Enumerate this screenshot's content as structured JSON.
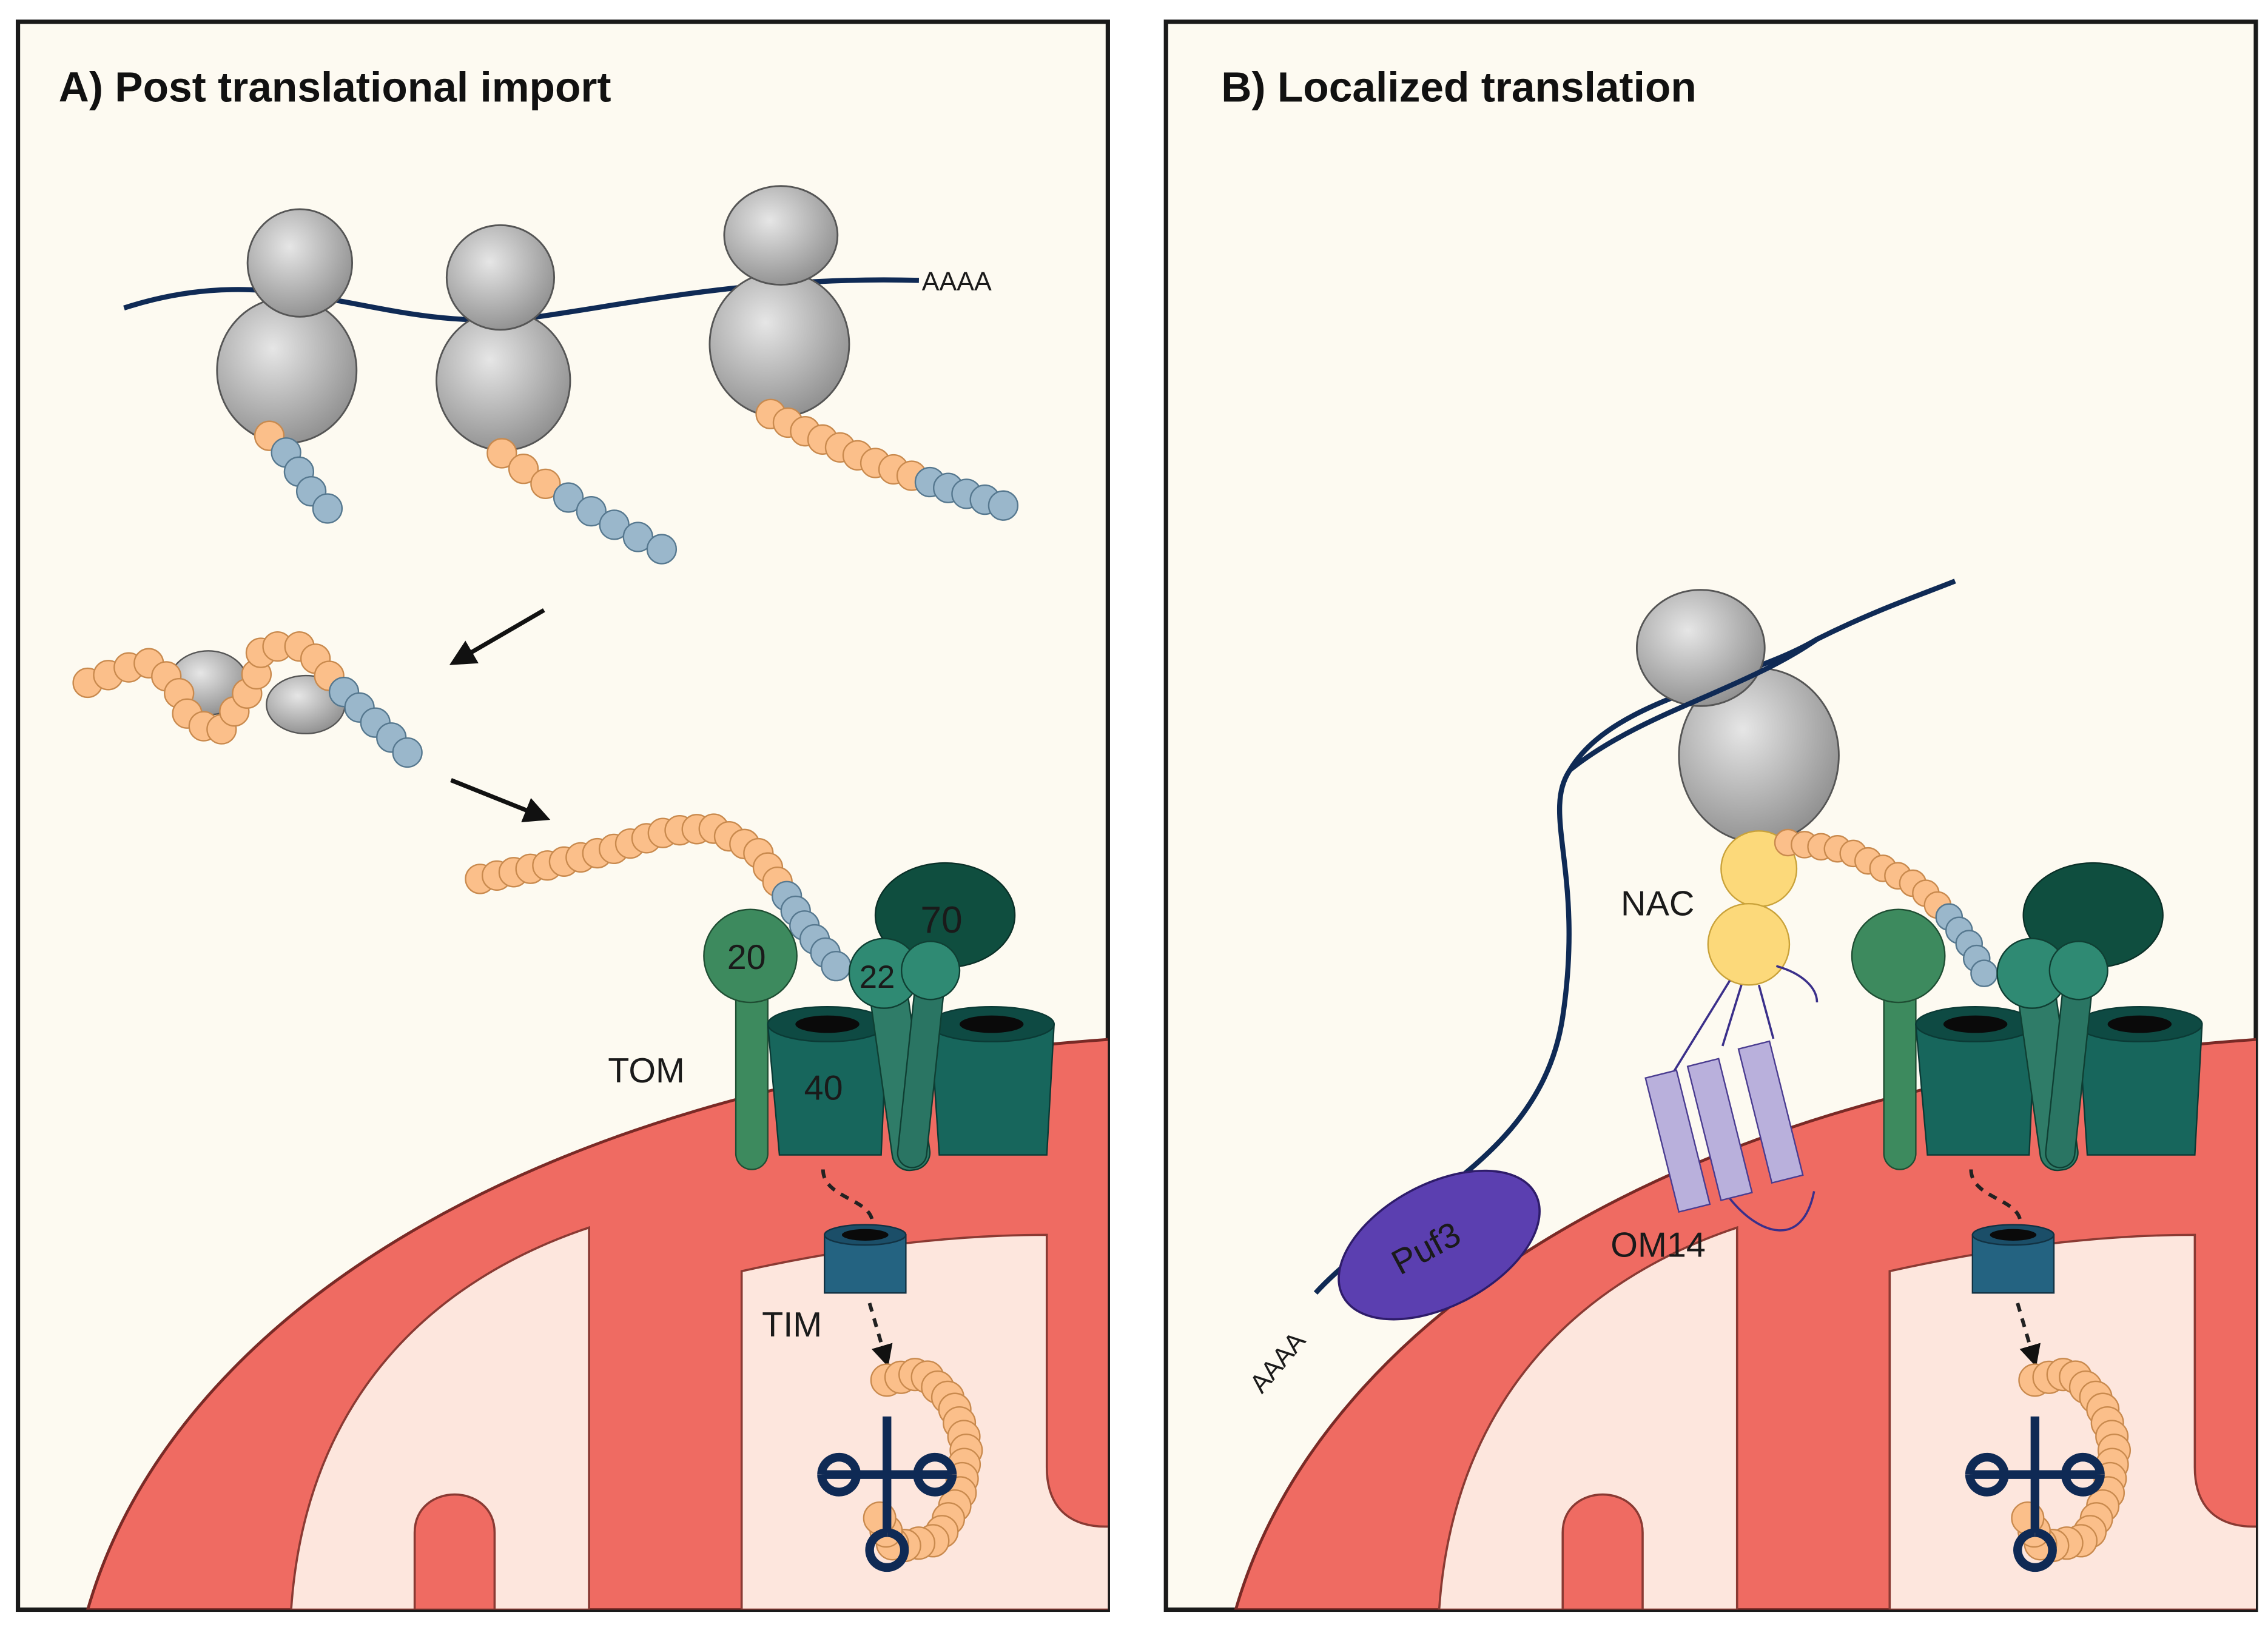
{
  "panel_a": {
    "title": "A) Post translational import",
    "polya_label": "AAAA",
    "tom_label": "TOM",
    "tom20_label": "20",
    "tom22_label": "22",
    "tom40_label": "40",
    "tom70_label": "70",
    "tim_label": "TIM"
  },
  "panel_b": {
    "title": "B) Localized translation",
    "polya_label": "AAAA",
    "puf3_label": "Puf3",
    "nac_label": "NAC",
    "om14_label": "OM14"
  },
  "colors": {
    "background": "#fdfaf1",
    "mito_outer": "#ef6b62",
    "mito_matrix": "#fde6dd",
    "ribosome": "#c4c4c4",
    "mrna": "#0f2a55",
    "presequence": "#9ab7cb",
    "polypeptide": "#fbbf8a",
    "tom_dark": "#17665c",
    "tom_light": "#3d8a5e",
    "tom70": "#0f4e3f",
    "tim": "#246381",
    "puf3": "#5b3fb0",
    "nac": "#fcd97a",
    "om14": "#b9b0dc"
  }
}
